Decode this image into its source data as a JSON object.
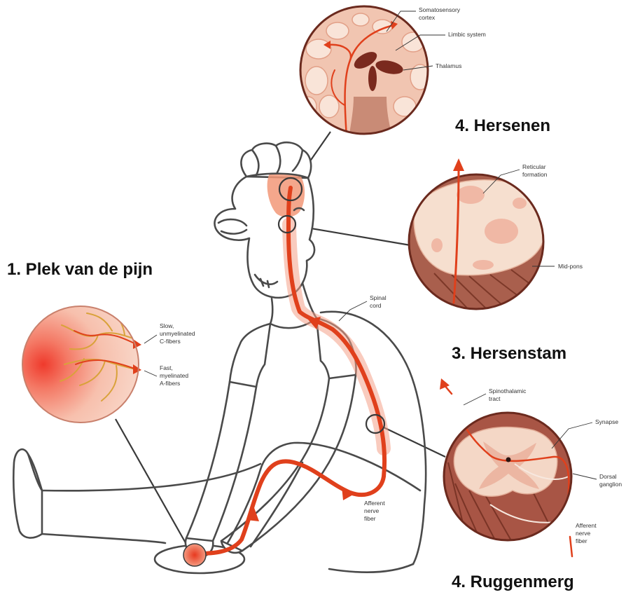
{
  "headings": {
    "pain_site": "1. Plek van de pijn",
    "brain": "4. Hersenen",
    "brainstem": "3. Hersenstam",
    "spinal_cord": "4. Ruggenmerg"
  },
  "annotations": {
    "somatosensory_cortex": [
      "Somatosensory",
      "cortex"
    ],
    "limbic_system": [
      "Limbic system"
    ],
    "thalamus": [
      "Thalamus"
    ],
    "reticular_formation": [
      "Reticular",
      "formation"
    ],
    "mid_pons": [
      "Mid-pons"
    ],
    "spinal_cord": [
      "Spinal",
      "cord"
    ],
    "c_fibers": [
      "Slow,",
      "unmyelinated",
      "C-fibers"
    ],
    "a_fibers": [
      "Fast,",
      "myelinated",
      "A-fibers"
    ],
    "spinothalamic_tract": [
      "Spinothalamic",
      "tract"
    ],
    "synapse": [
      "Synapse"
    ],
    "dorsal_ganglion": [
      "Dorsal",
      "ganglion"
    ],
    "afferent_nerve_fiber_body": [
      "Afferent",
      "nerve",
      "fiber"
    ],
    "afferent_nerve_fiber_cord": [
      "Afferent",
      "nerve",
      "fiber"
    ]
  },
  "colors": {
    "nerve_red": "#e0401c",
    "nerve_yellow": "#d9a23a",
    "outline": "#4a4a4a",
    "heading": "#111111"
  }
}
